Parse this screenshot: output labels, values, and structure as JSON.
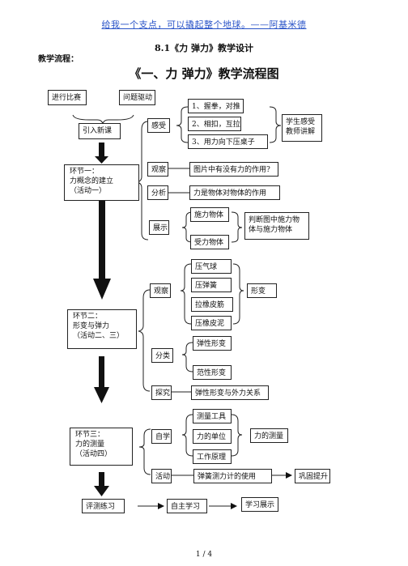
{
  "header": "给我一个支点，可以撬起整个地球。——阿基米德",
  "doc_title": "8.1《力 弹力》教学设计",
  "flow_label": "教学流程：",
  "chart_title": "《一、力 弹力》教学流程图",
  "flow": {
    "start_left": "进行比赛",
    "start_right": "问题驱动",
    "intro": "引入新课",
    "stage1": "环节一：\n力概念的建立\n（活动一）",
    "feel": "感受",
    "feel_items": [
      "1、握拳，对推",
      "2、相扣，互拉",
      "3、用力向下压桌子"
    ],
    "feel_note": "学生感受\n教师讲解",
    "observe1": "观察",
    "observe1_text": "图片中有没有力的作用?",
    "analyze": "分析",
    "analyze_text": "力是物体对物体的作用",
    "show": "展示",
    "show_items": [
      "施力物体",
      "受力物体"
    ],
    "show_note": "判断图中施力物\n体与施力物体",
    "stage2": "环节二：\n形变与弹力\n（活动二、三）",
    "observe2": "观察",
    "observe2_items": [
      "压气球",
      "压弹簧",
      "拉橡皮筋",
      "压橡皮泥"
    ],
    "deform": "形变",
    "classify": "分类",
    "classify_items": [
      "弹性形变",
      "范性形变"
    ],
    "explore": "探究",
    "explore_text": "弹性形变与外力关系",
    "stage3": "环节三：\n力的测量\n（活动四）",
    "self_study": "自学",
    "self_items": [
      "测量工具",
      "力的单位",
      "工作原理"
    ],
    "measure": "力的测量",
    "activity": "活动",
    "activity_text": "弹簧测力计的使用",
    "consolidate": "巩固提升",
    "evaluate": "评测练习",
    "autonomous": "自主学习",
    "present": "学习展示"
  },
  "footer": "1 / 4"
}
